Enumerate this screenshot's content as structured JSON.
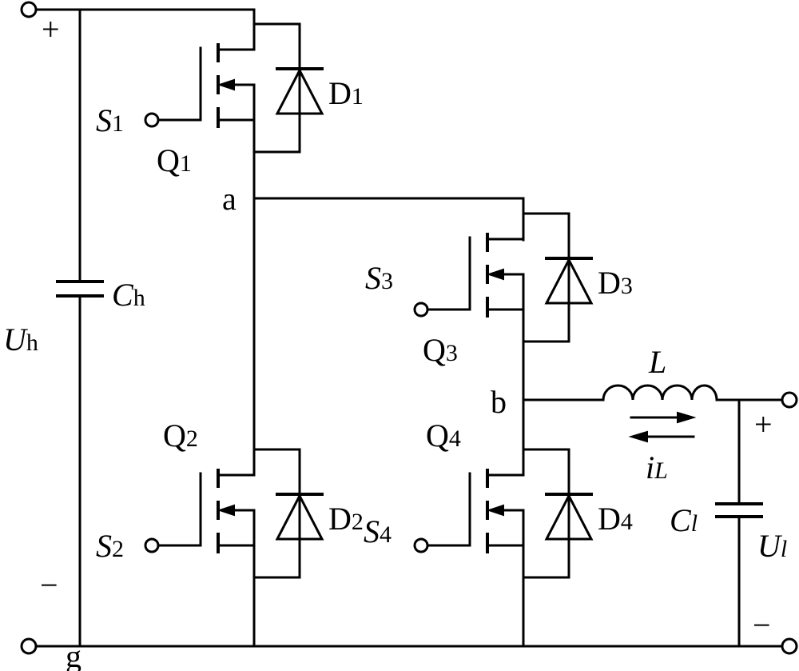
{
  "source": {
    "name": "U",
    "sub": "h",
    "plus": "+",
    "minus": "−",
    "capacitor": {
      "name": "C",
      "sub": "h"
    }
  },
  "load": {
    "name": "U",
    "sub": "l",
    "plus": "+",
    "minus": "−",
    "capacitor": {
      "name": "C",
      "sub": "l"
    }
  },
  "inductor": {
    "name": "L",
    "current": {
      "name": "i",
      "sub": "L"
    }
  },
  "nodes": {
    "a": "a",
    "b": "b",
    "ground": "g"
  },
  "switches": [
    {
      "q": "Q",
      "q_sub": "1",
      "d": "D",
      "d_sub": "1",
      "s": "S",
      "s_sub": "1"
    },
    {
      "q": "Q",
      "q_sub": "2",
      "d": "D",
      "d_sub": "2",
      "s": "S",
      "s_sub": "2"
    },
    {
      "q": "Q",
      "q_sub": "3",
      "d": "D",
      "d_sub": "3",
      "s": "S",
      "s_sub": "3"
    },
    {
      "q": "Q",
      "q_sub": "4",
      "d": "D",
      "d_sub": "4",
      "s": "S",
      "s_sub": "4"
    }
  ]
}
